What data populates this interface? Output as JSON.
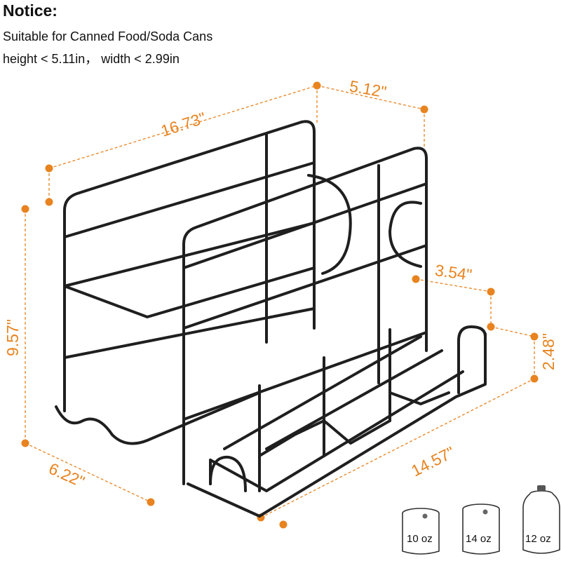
{
  "notice": {
    "title": "Notice:",
    "line1": "Suitable for Canned Food/Soda Cans",
    "line2": "height < 5.11in， width < 2.99in"
  },
  "dimensions": {
    "top_depth": "5.12\"",
    "top_length": "16.73\"",
    "height": "9.57\"",
    "side_width": "6.22\"",
    "bottom_length": "14.57\"",
    "front_height": "2.48\"",
    "rear_height": "3.54\""
  },
  "cans": [
    {
      "label": "10 oz"
    },
    {
      "label": "14 oz"
    },
    {
      "label": "12 oz"
    }
  ],
  "colors": {
    "accent": "#e8831f",
    "metal": "#1f1f1f"
  }
}
